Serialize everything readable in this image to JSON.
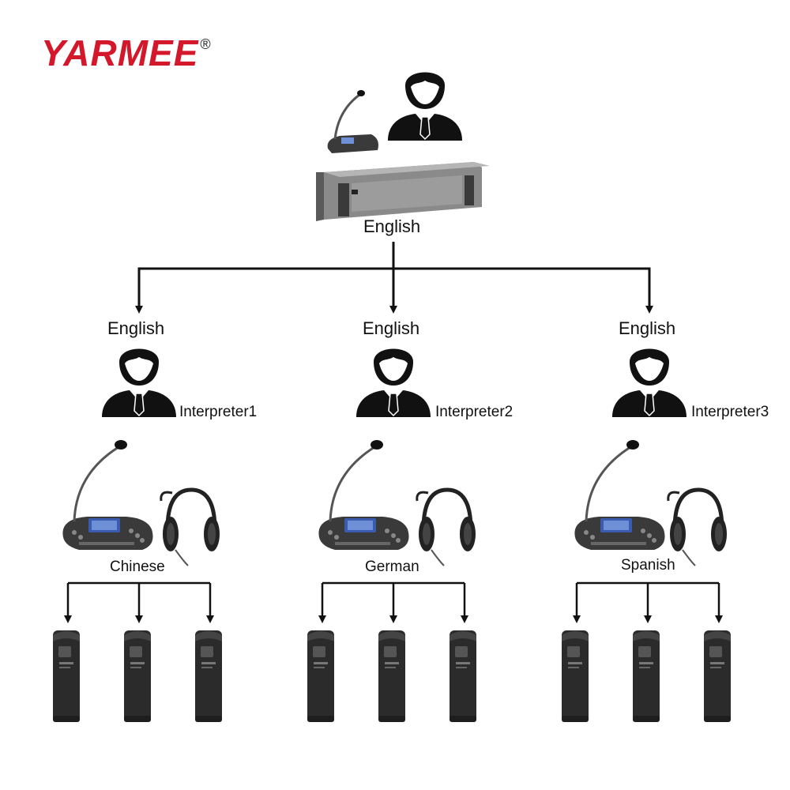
{
  "brand": {
    "logo_text": "YARMEE",
    "registered_mark": "®"
  },
  "source": {
    "language_label": "English"
  },
  "interpreters": [
    {
      "input_label": "English",
      "name": "Interpreter1",
      "output_language": "Chinese"
    },
    {
      "input_label": "English",
      "name": "Interpreter2",
      "output_language": "German"
    },
    {
      "input_label": "English",
      "name": "Interpreter3",
      "output_language": "Spanish"
    }
  ],
  "colors": {
    "brand_red": "#d4182b",
    "line": "#111111",
    "device_dark": "#2b2b2b"
  }
}
